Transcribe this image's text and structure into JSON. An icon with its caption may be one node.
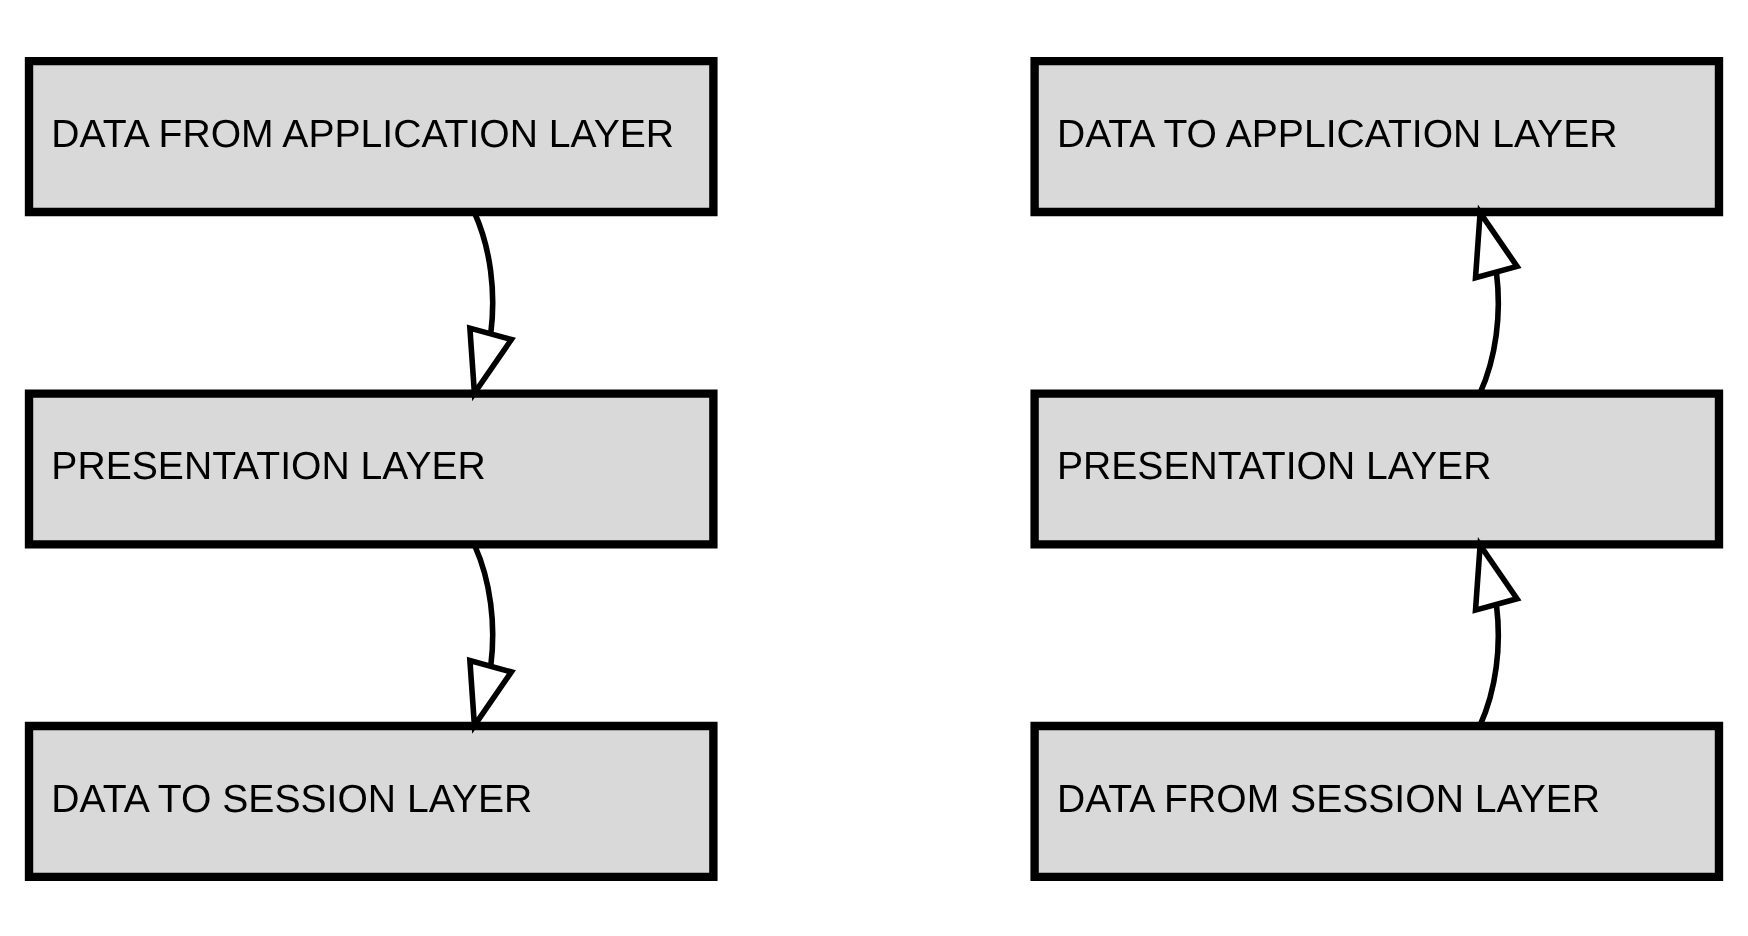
{
  "diagram": {
    "nodes": [
      {
        "text": [
          "DATA FROM APPLICATION LAYER"
        ]
      },
      {
        "text": [
          "PRESENTATION LAYER"
        ]
      },
      {
        "text": [
          "DATA TO SESSION LAYER"
        ]
      },
      {
        "text": [
          "DATA TO APPLICATION LAYER"
        ]
      },
      {
        "text": [
          "PRESENTATION LAYER"
        ]
      },
      {
        "text": [
          "DATA FROM SESSION LAYER"
        ]
      }
    ],
    "edges": [
      {
        "from": 0,
        "to": 1,
        "arrow": "to"
      },
      {
        "from": 1,
        "to": 2,
        "arrow": "to"
      },
      {
        "from": 5,
        "to": 4,
        "arrow": "to"
      },
      {
        "from": 4,
        "to": 3,
        "arrow": "to"
      }
    ]
  }
}
